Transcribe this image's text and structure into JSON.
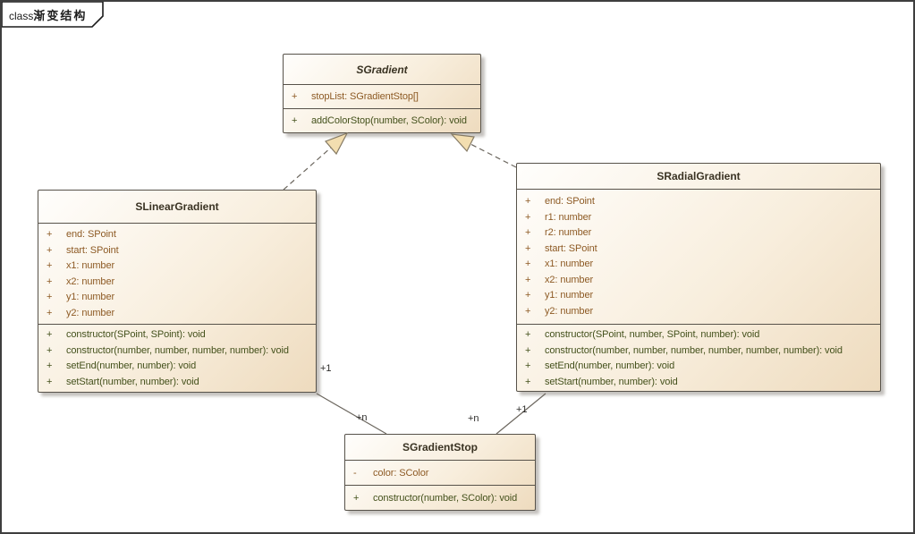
{
  "frame": {
    "keyword": "class",
    "title": "渐变结构"
  },
  "classes": {
    "sgradient": {
      "name": "SGradient",
      "abstract": true,
      "attributes": [
        {
          "vis": "+",
          "text": "stopList: SGradientStop[]"
        }
      ],
      "methods": [
        {
          "vis": "+",
          "text": "addColorStop(number, SColor): void"
        }
      ]
    },
    "slinear": {
      "name": "SLinearGradient",
      "abstract": false,
      "attributes": [
        {
          "vis": "+",
          "text": "end: SPoint"
        },
        {
          "vis": "+",
          "text": "start: SPoint"
        },
        {
          "vis": "+",
          "text": "x1: number"
        },
        {
          "vis": "+",
          "text": "x2: number"
        },
        {
          "vis": "+",
          "text": "y1: number"
        },
        {
          "vis": "+",
          "text": "y2: number"
        }
      ],
      "methods": [
        {
          "vis": "+",
          "text": "constructor(SPoint, SPoint): void"
        },
        {
          "vis": "+",
          "text": "constructor(number, number, number, number): void"
        },
        {
          "vis": "+",
          "text": "setEnd(number, number): void"
        },
        {
          "vis": "+",
          "text": "setStart(number, number): void"
        }
      ]
    },
    "sradial": {
      "name": "SRadialGradient",
      "abstract": false,
      "attributes": [
        {
          "vis": "+",
          "text": "end: SPoint"
        },
        {
          "vis": "+",
          "text": "r1: number"
        },
        {
          "vis": "+",
          "text": "r2: number"
        },
        {
          "vis": "+",
          "text": "start: SPoint"
        },
        {
          "vis": "+",
          "text": "x1: number"
        },
        {
          "vis": "+",
          "text": "x2: number"
        },
        {
          "vis": "+",
          "text": "y1: number"
        },
        {
          "vis": "+",
          "text": "y2: number"
        }
      ],
      "methods": [
        {
          "vis": "+",
          "text": "constructor(SPoint, number, SPoint, number): void"
        },
        {
          "vis": "+",
          "text": "constructor(number, number, number, number, number, number): void"
        },
        {
          "vis": "+",
          "text": "setEnd(number, number): void"
        },
        {
          "vis": "+",
          "text": "setStart(number, number): void"
        }
      ]
    },
    "sstop": {
      "name": "SGradientStop",
      "abstract": false,
      "attributes": [
        {
          "vis": "-",
          "text": "color: SColor"
        }
      ],
      "methods": [
        {
          "vis": "+",
          "text": "constructor(number, SColor): void"
        }
      ]
    }
  },
  "connections": {
    "generalizations": [
      {
        "from": "SLinearGradient",
        "to": "SGradient"
      },
      {
        "from": "SRadialGradient",
        "to": "SGradient"
      }
    ],
    "associations": [
      {
        "from": "SLinearGradient",
        "to": "SGradientStop",
        "from_label": "+1",
        "to_label": "+n"
      },
      {
        "from": "SRadialGradient",
        "to": "SGradientStop",
        "from_label": "+1",
        "to_label": "+n"
      }
    ]
  },
  "colors": {
    "box_fill_light": "#fffefc",
    "box_fill_dark": "#eedbbe",
    "box_border": "#57524a",
    "title_text": "#3a3323",
    "attribute_text": "#8d5a24",
    "method_text": "#44511c",
    "connector_line": "#6c675f",
    "triangle_fill": "#f3deb0",
    "frame_border": "#3f3f3f"
  }
}
